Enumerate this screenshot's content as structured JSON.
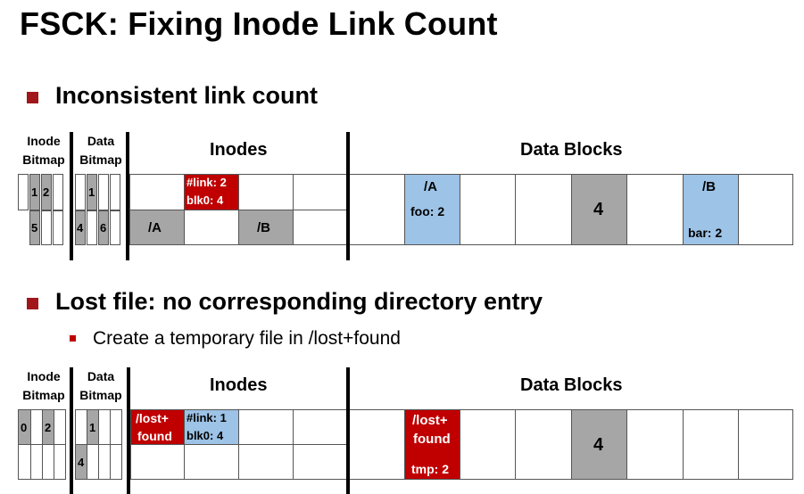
{
  "title": "FSCK: Fixing Inode Link Count",
  "bullet1": "Inconsistent link count",
  "bullet2": "Lost file: no corresponding directory entry",
  "sub_bullet": "Create a temporary file in /lost+found",
  "colors": {
    "red": "#c00000",
    "blue": "#9dc3e6",
    "gray": "#a6a6a6",
    "bullet": "#a0161b"
  },
  "headers": {
    "inode_bitmap_1": "Inode",
    "inode_bitmap_2": "Bitmap",
    "data_bitmap_1": "Data",
    "data_bitmap_2": "Bitmap",
    "inodes": "Inodes",
    "data_blocks": "Data Blocks"
  },
  "diagram1": {
    "inode_bitmap_row1": [
      "1",
      "2"
    ],
    "inode_bitmap_row2": [
      "5"
    ],
    "data_bitmap_row1": [
      "1"
    ],
    "data_bitmap_row2": [
      "4",
      "6"
    ],
    "inode_link_1": "#link: 2",
    "inode_link_2": "blk0: 4",
    "inode_a": "/A",
    "inode_b": "/B",
    "block_a_1": "/A",
    "block_a_2": "foo: 2",
    "block_4": "4",
    "block_b_1": "/B",
    "block_b_2": "bar: 2"
  },
  "diagram2": {
    "inode_bitmap_row1": [
      "0",
      "2"
    ],
    "data_bitmap_row1": [
      "1"
    ],
    "data_bitmap_row2": [
      "4"
    ],
    "inode_lost_1": "/lost+",
    "inode_lost_2": "found",
    "inode_link_1": "#link: 1",
    "inode_link_2": "blk0: 4",
    "block_lost_1": "/lost+",
    "block_lost_2": "found",
    "block_lost_3": "tmp: 2",
    "block_4": "4"
  }
}
